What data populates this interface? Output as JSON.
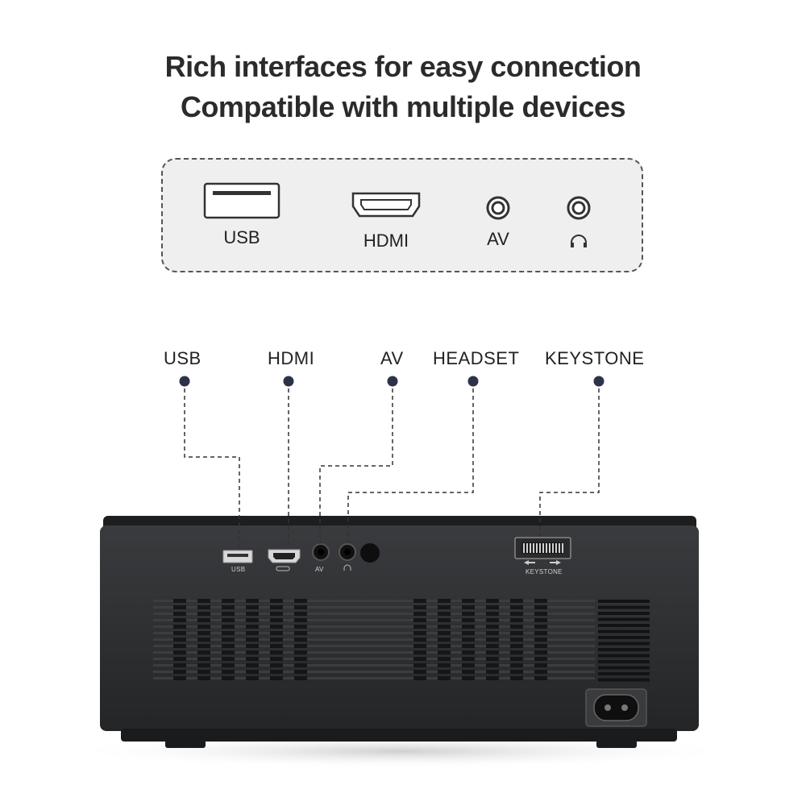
{
  "headline": {
    "line1": "Rich interfaces for easy connection",
    "line2": "Compatible with multiple devices"
  },
  "interface_panel": {
    "items": [
      {
        "icon": "usb-port-icon",
        "label": "USB"
      },
      {
        "icon": "hdmi-port-icon",
        "label": "HDMI"
      },
      {
        "icon": "av-jack-icon",
        "label": "AV"
      },
      {
        "icon": "headphone-jack-icon",
        "label": ""
      }
    ]
  },
  "callouts": {
    "usb": "USB",
    "hdmi": "HDMI",
    "av": "AV",
    "headset": "HEADSET",
    "keystone": "KEYSTONE"
  },
  "device_labels": {
    "usb": "USB",
    "av": "AV",
    "keystone": "KEYSTONE"
  },
  "colors": {
    "dot": "#2d3347",
    "device_body": "#2e2f31",
    "panel_bg": "#efefef"
  }
}
